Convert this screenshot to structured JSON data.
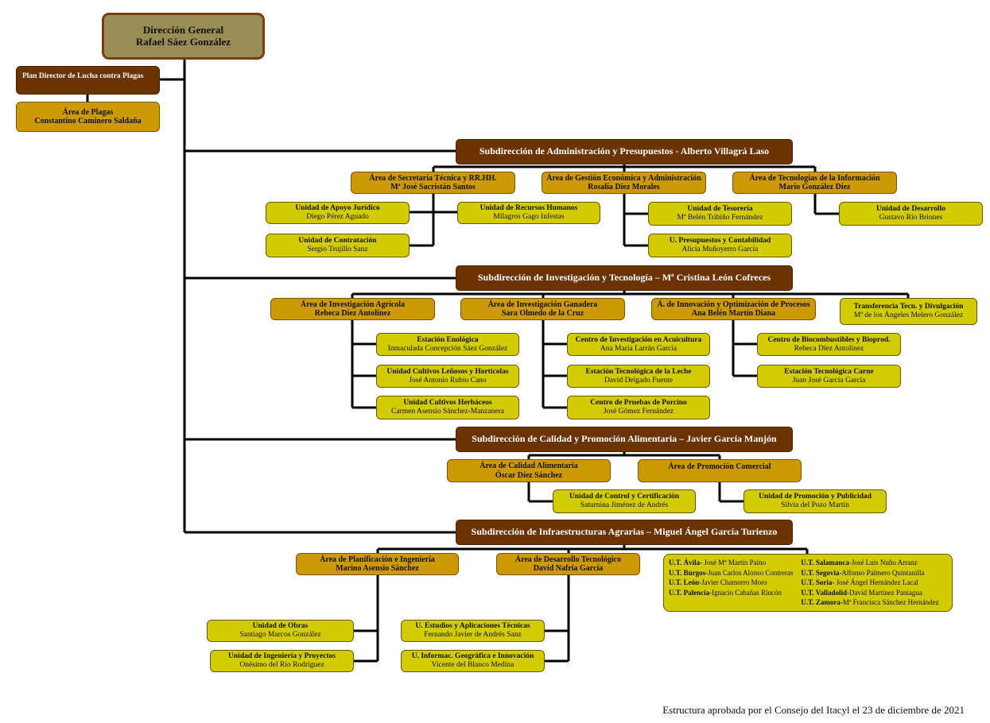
{
  "colors": {
    "director": "#9a8c55",
    "subdirection": "#6b3300",
    "area": "#cc9a00",
    "unit": "#d1cb00",
    "line": "#000000"
  },
  "top": {
    "title": "Dirección General",
    "name": "Rafael Sáez González"
  },
  "plan": {
    "title": "Plan Director de Lucha contra Plagas"
  },
  "plagas": {
    "title": "Área de Plagas",
    "name": "Constantino Caminero Saldaña"
  },
  "sub1": {
    "title": "Subdirección de Administración y Presupuestos - Alberto Villagrá Laso",
    "areas": [
      {
        "title": "Área de Secretaría Técnica y RR.HH.",
        "name": "Mª José Sacristán Santos"
      },
      {
        "title": "Área de Gestión Económica y Administración",
        "name": "Rosalía Díez Morales"
      },
      {
        "title": "Área de Tecnologías de la Información",
        "name": "Mario González Díez"
      }
    ],
    "units": [
      {
        "title": "Unidad de Apoyo Jurídico",
        "name": "Diego Pérez Aguado"
      },
      {
        "title": "Unidad de Recursos Humanos",
        "name": "Milagros Gago Infestas"
      },
      {
        "title": "Unidad de Contratación",
        "name": "Sergio Trujillo Sanz"
      },
      {
        "title": "Unidad de Tesorería",
        "name": "Mª Belén Tribiño Fernández"
      },
      {
        "title": "U. Presupuestos y Contabilidad",
        "name": "Alicia Muñoyerro García"
      },
      {
        "title": "Unidad de Desarrollo",
        "name": "Gustavo Río Briones"
      }
    ]
  },
  "sub2": {
    "title": "Subdirección de Investigación y Tecnología – Mª Cristina León Cofreces",
    "areas": [
      {
        "title": "Área de Investigación Agrícola",
        "name": "Rebeca Díez Antolínez"
      },
      {
        "title": "Área de Investigación Ganadera",
        "name": "Sara Olmedo de la Cruz"
      },
      {
        "title": "Á. de Innovación y Optimización de Procesos",
        "name": "Ana Belén Martín Diana"
      },
      {
        "title": "Transferencia Tecn. y Divulgación",
        "name": "Mª de los Ángeles Melero González"
      }
    ],
    "units": [
      {
        "title": "Estación Enológica",
        "name": "Inmaculada Concepción Sáez González"
      },
      {
        "title": "Unidad Cultivos Leñosos y Hortícolas",
        "name": "José Antonio Rubio Cano"
      },
      {
        "title": "Unidad Cultivos Herbáceos",
        "name": "Carmen Asensio Sánchez-Manzanera"
      },
      {
        "title": "Centro de Investigación en Acuicultura",
        "name": "Ana María Larrán García"
      },
      {
        "title": "Estación Tecnológica de la Leche",
        "name": "David Delgado Fuente"
      },
      {
        "title": "Centro de Pruebas de Porcino",
        "name": "José Gómez Fernández"
      },
      {
        "title": "Centro de Biocombustibles y Bioprod.",
        "name": "Rebeca Díez Antolínez"
      },
      {
        "title": "Estación Tecnológica Carne",
        "name": "Juan José García García"
      }
    ]
  },
  "sub3": {
    "title": "Subdirección de Calidad y Promoción Alimentaria – Javier García Manjón",
    "areas": [
      {
        "title": "Área de Calidad Alimentaria",
        "name": "Óscar Díez Sánchez"
      },
      {
        "title": "Área de Promoción Comercial",
        "name": ""
      }
    ],
    "units": [
      {
        "title": "Unidad de Control y Certificación",
        "name": "Saturnina Jiménez de Andrés"
      },
      {
        "title": "Unidad de Promoción y Publicidad",
        "name": "Silvia del Pozo Martín"
      }
    ]
  },
  "sub4": {
    "title": "Subdirección de Infraestructuras Agrarias – Miguel Ángel García Turienzo",
    "areas": [
      {
        "title": "Área de Planificación e Ingeniería",
        "name": "Marino Asensio Sánchez"
      },
      {
        "title": "Área de Desarrollo Tecnológico",
        "name": "David Nafría García"
      }
    ],
    "units": [
      {
        "title": "Unidad de Obras",
        "name": "Santiago Marcos González"
      },
      {
        "title": "Unidad de Ingeniería y Proyectos",
        "name": "Onésimo del Río Rodríguez"
      },
      {
        "title": "U. Estudios y Aplicaciones Técnicas",
        "name": "Fernando Javier de Andrés Sanz"
      },
      {
        "title": "U. Informac. Geográfica e Innovación",
        "name": "Vicente del Blanco Medina"
      }
    ],
    "ut_left": [
      {
        "place": "U.T. Ávila",
        "person": "- José Mª Martín Paíno"
      },
      {
        "place": "U.T. Burgos",
        "person": "-Juan Carlos Alonso Contreras"
      },
      {
        "place": "U.T. León",
        "person": "-Javier Chamorro Moro"
      },
      {
        "place": "U.T. Palencia",
        "person": "-Ignacio Cabañas Rincón"
      }
    ],
    "ut_right": [
      {
        "place": "U.T. Salamanca",
        "person": "-José Luis Nuño Arranz"
      },
      {
        "place": "U.T. Segovia",
        "person": "-Alfonso Palmero Quintanilla"
      },
      {
        "place": "U.T. Soria",
        "person": "- José Ángel Hernández Lacal"
      },
      {
        "place": "U.T. Valladolid",
        "person": "-David Martínez Paniagua"
      },
      {
        "place": "U.T. Zamora",
        "person": "-Mª Francisca Sánchez Hernández"
      }
    ]
  },
  "footer": "Estructura aprobada por el Consejo del Itacyl el 23 de diciembre de 2021"
}
